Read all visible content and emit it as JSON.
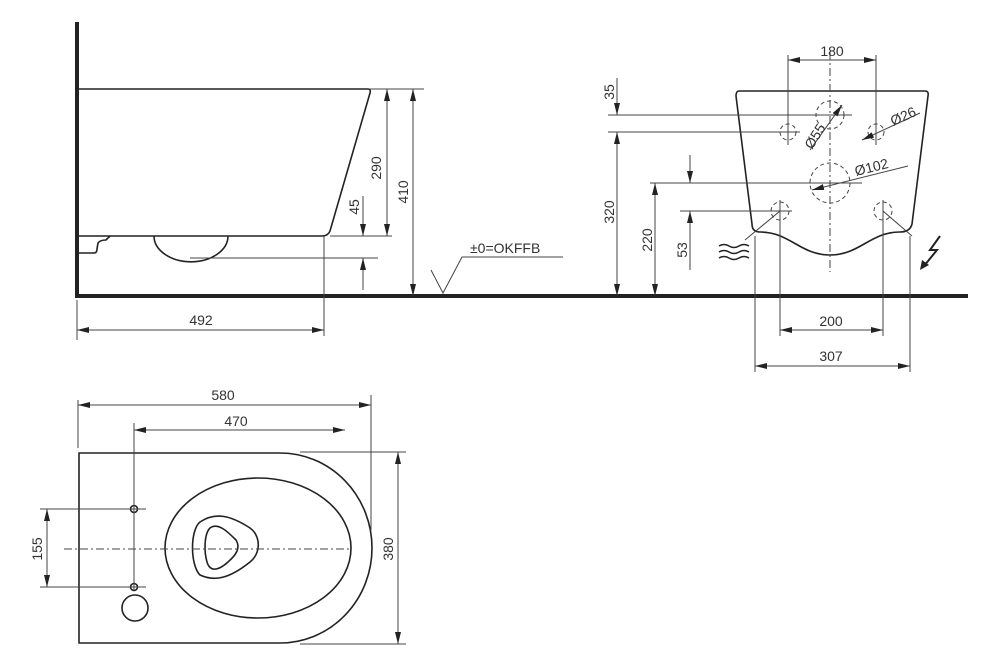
{
  "side_view": {
    "d290": "290",
    "d410": "410",
    "d45": "45",
    "d492": "492",
    "floor_ref": "±0=OKFFB"
  },
  "front_view": {
    "d180": "180",
    "d35": "35",
    "d320": "320",
    "d220": "220",
    "d53": "53",
    "d200": "200",
    "d307": "307",
    "dia26": "Ø26",
    "dia55": "Ø55",
    "dia102": "Ø102",
    "water_icon": "water-supply-icon",
    "power_icon": "electric-supply-icon"
  },
  "top_view": {
    "d580": "580",
    "d470": "470",
    "d380": "380",
    "d155": "155"
  }
}
